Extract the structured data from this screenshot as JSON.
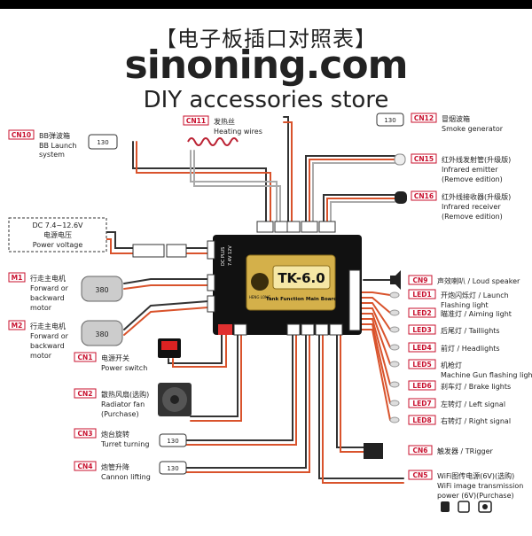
{
  "header": {
    "title_cn": "【电子板插口对照表】",
    "site": "sinoning.com",
    "tagline": "DIY accessories store"
  },
  "board": {
    "model": "TK-6.0",
    "subtitle": "Tank Function Main Board",
    "brand": "HENG LONG",
    "power_label": "DC PLUS",
    "power_label2": "7.4V 12V"
  },
  "connectors": {
    "cn10": {
      "tag": "CN10",
      "cn": "BB弹波箱",
      "en1": "BB Launch",
      "en2": "system",
      "value": "130"
    },
    "cn11": {
      "tag": "CN11",
      "cn": "发热丝",
      "en1": "Heating wires"
    },
    "cn12": {
      "tag": "CN12",
      "cn": "冒烟波箱",
      "en1": "Smoke generator",
      "value": "130"
    },
    "cn15": {
      "tag": "CN15",
      "cn": "红外线发射管(升级版)",
      "en1": "Infrared emitter",
      "en2": "(Remove edition)"
    },
    "cn16": {
      "tag": "CN16",
      "cn": "红外线接收器(升级版)",
      "en1": "Infrared receiver",
      "en2": "(Remove edition)"
    },
    "dc": {
      "l1": "DC 7.4~12.6V",
      "l2": "电源电压",
      "l3": "Power voltage"
    },
    "m1": {
      "tag": "M1",
      "cn": "行走主电机",
      "en1": "Forward or",
      "en2": "backward",
      "en3": "motor",
      "value": "380"
    },
    "m2": {
      "tag": "M2",
      "cn": "行走主电机",
      "en1": "Forward or",
      "en2": "backward",
      "en3": "motor",
      "value": "380"
    },
    "cn1": {
      "tag": "CN1",
      "cn": "电源开关",
      "en1": "Power switch"
    },
    "cn2": {
      "tag": "CN2",
      "cn": "散热风扇(选购)",
      "en1": "Radiator fan",
      "en2": "(Purchase)"
    },
    "cn3": {
      "tag": "CN3",
      "cn": "炮台旋转",
      "en1": "Turret turning",
      "value": "130"
    },
    "cn4": {
      "tag": "CN4",
      "cn": "炮管升降",
      "en1": "Cannon lifting",
      "value": "130"
    },
    "cn9": {
      "tag": "CN9",
      "text": "声效喇叭 / Loud speaker"
    },
    "led1": {
      "tag": "LED1",
      "text": "开炮闪烁灯 / Launch",
      "text2": "Flashing light"
    },
    "led2": {
      "tag": "LED2",
      "text": "瞄准灯 / Aiming light"
    },
    "led3": {
      "tag": "LED3",
      "text": "后尾灯 / Taillights"
    },
    "led4": {
      "tag": "LED4",
      "text": "前灯 / Headlights"
    },
    "led5": {
      "tag": "LED5",
      "text": "机枪灯",
      "text2": "Machine Gun flashing light"
    },
    "led6": {
      "tag": "LED6",
      "text": "刹车灯 / Brake lights"
    },
    "led7": {
      "tag": "LED7",
      "text": "左转灯 / Left signal"
    },
    "led8": {
      "tag": "LED8",
      "text": "右转灯 / Right signal"
    },
    "cn6": {
      "tag": "CN6",
      "text": "触发器 / TRigger"
    },
    "cn5": {
      "tag": "CN5",
      "text": "WiFi图传电源(6V)(选购)",
      "text2": "WiFi image transmission",
      "text3": "power (6V)(Purchase)"
    }
  },
  "colors": {
    "accent": "#c8102e",
    "board": "#111111",
    "gold": "#d4b04a"
  }
}
